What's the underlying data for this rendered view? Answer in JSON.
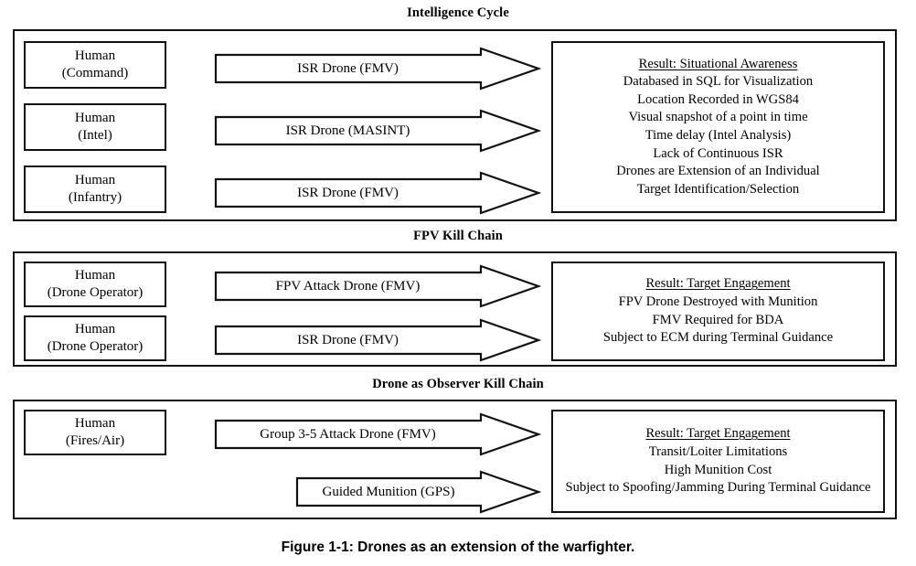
{
  "figure": {
    "caption": "Figure 1-1: Drones as an extension of the warfighter.",
    "ink_color": "#111111",
    "background_color": "#ffffff"
  },
  "sections": [
    {
      "title": "Intelligence Cycle",
      "actors": [
        {
          "line1": "Human",
          "line2": "(Command)"
        },
        {
          "line1": "Human",
          "line2": "(Intel)"
        },
        {
          "line1": "Human",
          "line2": "(Infantry)"
        }
      ],
      "arrows": [
        {
          "label": "ISR Drone (FMV)"
        },
        {
          "label": "ISR Drone (MASINT)"
        },
        {
          "label": "ISR Drone (FMV)"
        }
      ],
      "result": {
        "heading": "Result: Situational Awareness",
        "lines": [
          "Databased in SQL for Visualization",
          "Location Recorded in WGS84",
          "Visual snapshot of a point in time",
          "Time delay (Intel Analysis)",
          "Lack of Continuous ISR",
          "Drones are Extension of an Individual",
          "Target Identification/Selection"
        ]
      }
    },
    {
      "title": "FPV Kill Chain",
      "actors": [
        {
          "line1": "Human",
          "line2": "(Drone Operator)"
        },
        {
          "line1": "Human",
          "line2": "(Drone Operator)"
        }
      ],
      "arrows": [
        {
          "label": "FPV Attack Drone (FMV)"
        },
        {
          "label": "ISR Drone (FMV)"
        }
      ],
      "result": {
        "heading": "Result: Target Engagement",
        "lines": [
          "FPV Drone Destroyed with Munition",
          "FMV Required for BDA",
          "Subject to ECM during Terminal Guidance"
        ]
      }
    },
    {
      "title": "Drone as Observer Kill Chain",
      "actors": [
        {
          "line1": "Human",
          "line2": "(Fires/Air)"
        }
      ],
      "arrows": [
        {
          "label": "Group 3-5 Attack Drone (FMV)"
        },
        {
          "label": "Guided Munition (GPS)"
        }
      ],
      "result": {
        "heading": "Result: Target Engagement",
        "lines": [
          "Transit/Loiter Limitations",
          "High Munition Cost",
          "Subject to Spoofing/Jamming During Terminal Guidance"
        ]
      }
    }
  ]
}
